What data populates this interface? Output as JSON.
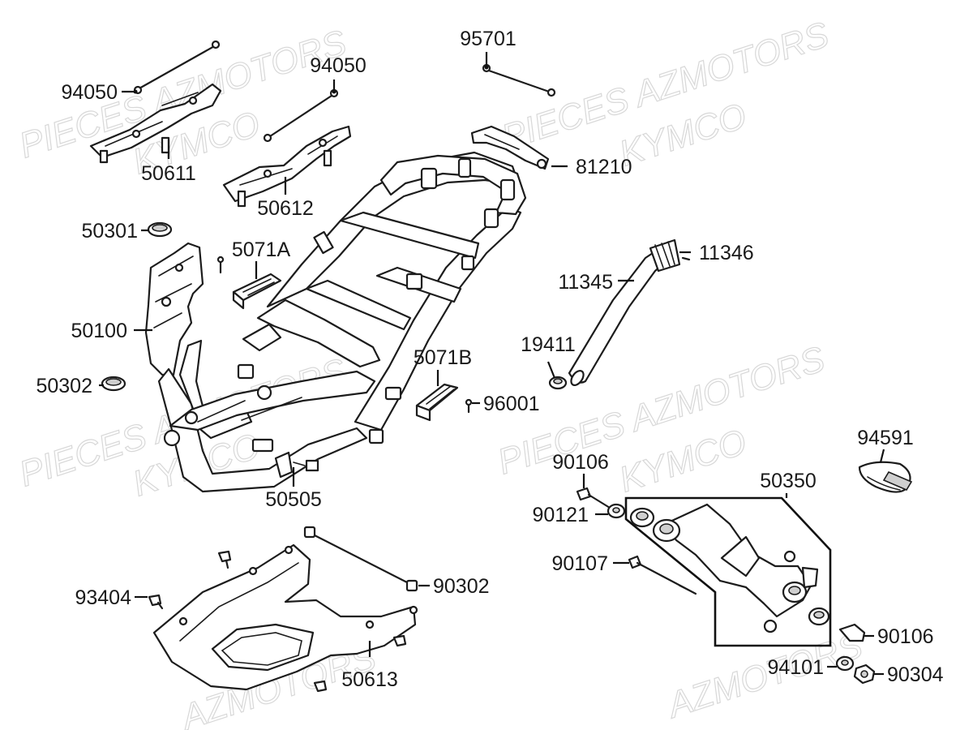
{
  "watermarks": {
    "w1": "PIECES AZMOTORS",
    "w2": "KYMCO",
    "w3": "PIECES AZMOTORS",
    "w4": "KYMCO",
    "w5": "PIECES AZMOTORS",
    "w6": "KYMCO",
    "w7": "PIECES AZMOTORS",
    "w8": "KYMCO",
    "w9": "AZMOTORS",
    "w10": "AZMOTORS"
  },
  "parts": {
    "p94050a": "94050",
    "p94050b": "94050",
    "p95701": "95701",
    "p50611": "50611",
    "p50612": "50612",
    "p81210": "81210",
    "p50301": "50301",
    "p5071A": "5071A",
    "p11346": "11346",
    "p11345": "11345",
    "p50100": "50100",
    "p19411": "19411",
    "p5071B": "5071B",
    "p50302": "50302",
    "p96001": "96001",
    "p94591": "94591",
    "p90106a": "90106",
    "p50350": "50350",
    "p50505": "50505",
    "p90121": "90121",
    "p90107": "90107",
    "p90302": "90302",
    "p93404": "93404",
    "p90106b": "90106",
    "p94101": "94101",
    "p90304": "90304",
    "p50613": "50613"
  }
}
